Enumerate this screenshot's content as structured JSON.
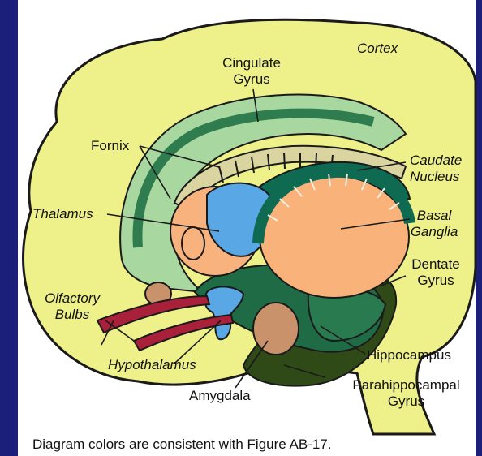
{
  "labels": {
    "cortex": "Cortex",
    "cingulate_gyrus": [
      "Cingulate",
      "Gyrus"
    ],
    "fornix": "Fornix",
    "caudate_nucleus": [
      "Caudate",
      "Nucleus"
    ],
    "thalamus": "Thalamus",
    "basal_ganglia": [
      "Basal",
      "Ganglia"
    ],
    "dentate_gyrus": [
      "Dentate",
      "Gyrus"
    ],
    "olfactory_bulbs": [
      "Olfactory",
      "Bulbs"
    ],
    "hippocampus": "Hippocampus",
    "hypothalamus": "Hypothalamus",
    "parahippocampal_gyrus": [
      "Parahippocampal",
      "Gyrus"
    ],
    "amygdala": "Amygdala"
  },
  "caption": "Diagram colors are consistent with Figure AB-17.",
  "colors": {
    "brain": "#eef08a",
    "cingulate": "#a9d7a0",
    "thalamus": "#f7b27d",
    "basal_ganglia": "#f8b27a",
    "caudate": "#0e6a50",
    "hypothalamus": "#5aa7e6",
    "amygdala": "#c9926b",
    "parahippocampal": "#2f4a16",
    "olfactory": "#a8203a",
    "frame": "#1b1f7a"
  }
}
